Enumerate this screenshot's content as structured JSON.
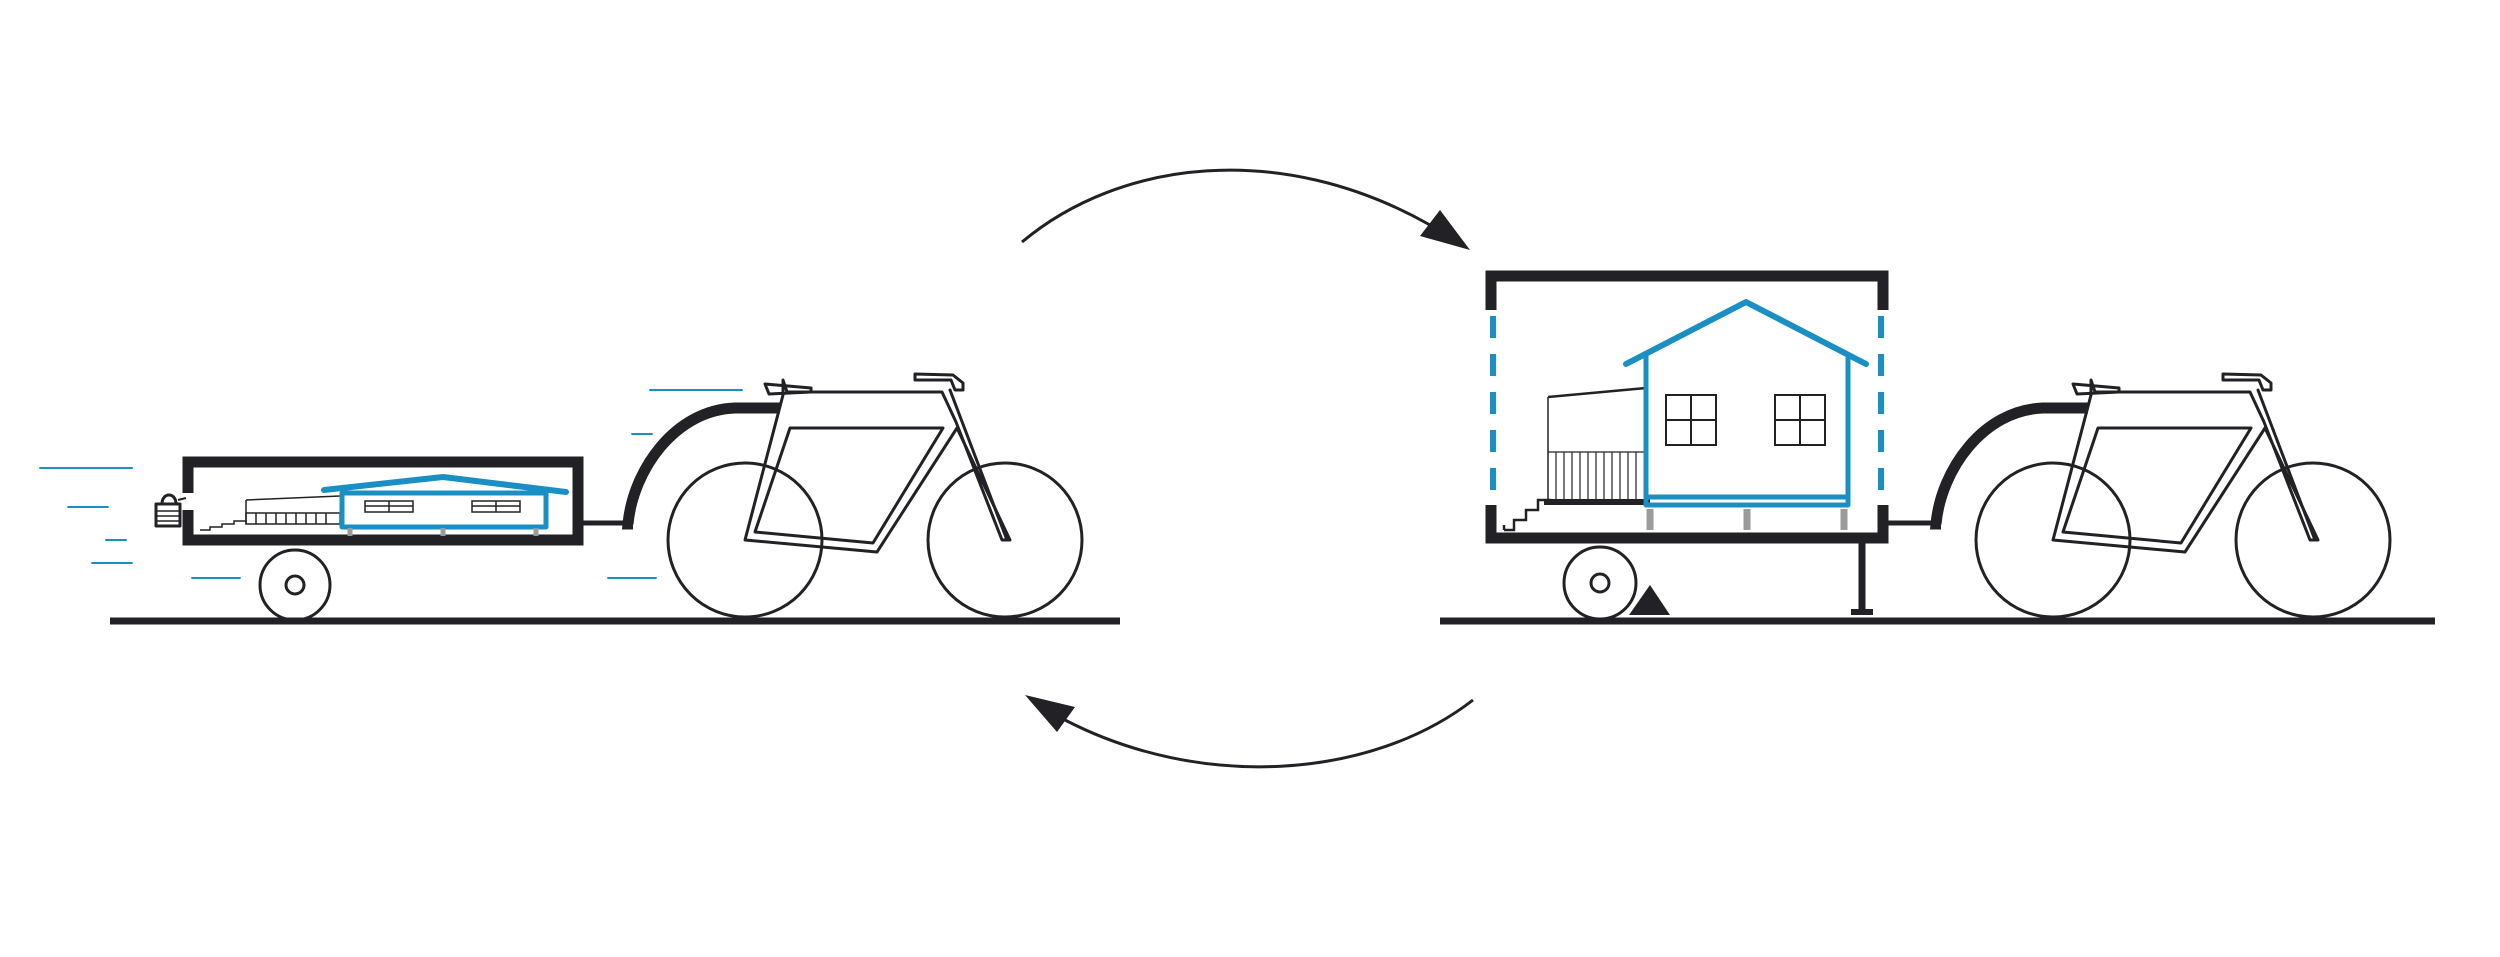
{
  "colors": {
    "ink": "#222226",
    "accent_blue": "#1a8fc4",
    "support_grey": "#9b9b9b",
    "background": "#ffffff"
  },
  "scenes": {
    "left": {
      "state": "folded",
      "parts": [
        "bicycle",
        "trailer",
        "folded-house",
        "padlock",
        "motion-lines",
        "ground-line"
      ]
    },
    "right": {
      "state": "unfolded",
      "parts": [
        "bicycle",
        "trailer-frame",
        "house",
        "porch",
        "stairs",
        "wheel-chock",
        "support-leg",
        "ground-line"
      ]
    }
  },
  "arrows": [
    {
      "direction": "clockwise",
      "from": "left",
      "to": "right",
      "position": "top"
    },
    {
      "direction": "clockwise",
      "from": "right",
      "to": "left",
      "position": "bottom"
    }
  ]
}
